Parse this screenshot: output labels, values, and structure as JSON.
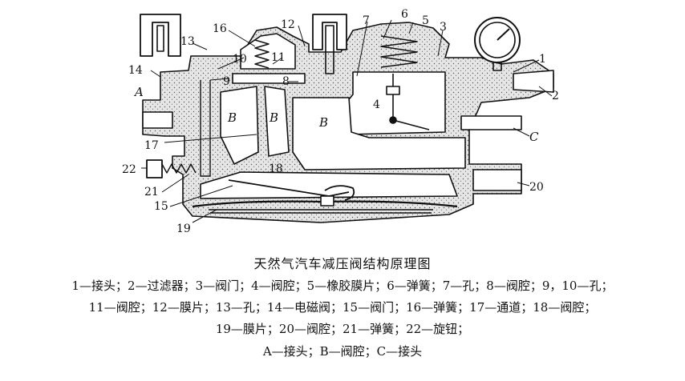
{
  "figure": {
    "caption": "天然气汽车减压阀结构原理图",
    "legend_lines": [
      "1—接头；2—过滤器；3—阀门；4—阀腔；5—橡胶膜片；6—弹簧；7—孔；8—阀腔；9，10—孔；",
      "11—阀腔；12—膜片；13—孔；14—电磁阀；15—阀门；16—弹簧；17—通道；18—阀腔；",
      "19—膜片；20—阀腔；21—弹簧；22—旋钮；",
      "A—接头；B—阀腔；C—接头"
    ],
    "callouts": {
      "n1": "1",
      "n2": "2",
      "n3": "3",
      "n4": "4",
      "n5": "5",
      "n6": "6",
      "n7": "7",
      "n8": "8",
      "n9": "9",
      "n10": "10",
      "n11": "11",
      "n12": "12",
      "n13": "13",
      "n14": "14",
      "n15": "15",
      "n16": "16",
      "n17": "17",
      "n18": "18",
      "n19": "19",
      "n20": "20",
      "n21": "21",
      "n22": "22",
      "A": "A",
      "B1": "B",
      "B2": "B",
      "B3": "B",
      "C": "C"
    },
    "colors": {
      "ink": "#111111",
      "body_fill": "#d9d9d9",
      "cavity": "#ffffff"
    }
  }
}
